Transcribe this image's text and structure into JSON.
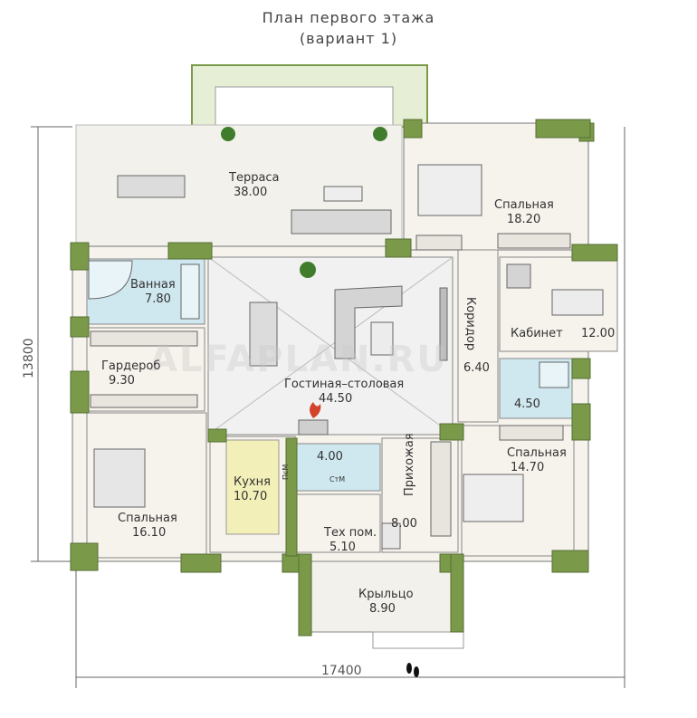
{
  "title": {
    "line1": "План первого этажа",
    "line2": "(вариант 1)"
  },
  "watermark": "ALFAPLAN.RU",
  "dimensions": {
    "width": "17400",
    "height": "13800"
  },
  "rooms": {
    "terrace": {
      "name": "Терраса",
      "area": "38.00"
    },
    "bath": {
      "name": "Ванная",
      "area": "7.80"
    },
    "wardrobe": {
      "name": "Гардероб",
      "area": "9.30"
    },
    "bedroom_left": {
      "name": "Спальная",
      "area": "16.10"
    },
    "living": {
      "name": "Гостиная–столовая",
      "area": "44.50"
    },
    "kitchen": {
      "name": "Кухня",
      "area": "10.70"
    },
    "small_room": {
      "area": "4.00"
    },
    "tech": {
      "name": "Тех пом.",
      "area": "5.10"
    },
    "hall": {
      "name": "Прихожая",
      "area": "8.00"
    },
    "bedroom_tr": {
      "name": "Спальная",
      "area": "18.20"
    },
    "corridor": {
      "name": "Коридор",
      "area": "6.40"
    },
    "cabinet": {
      "name": "Кабинет",
      "area": "12.00"
    },
    "wc": {
      "area": "4.50"
    },
    "bedroom_br": {
      "name": "Спальная",
      "area": "14.70"
    },
    "porch": {
      "name": "Крыльцо",
      "area": "8.90"
    }
  },
  "appliances": {
    "washer": "СтМ",
    "dishwasher": "ПсМ"
  },
  "colors": {
    "wall": "#7a9a4a",
    "floor": "#f6f2ec",
    "tile": "#cfe7ef",
    "kitchen": "#f2f0b8",
    "terrace": "#f3f1ec",
    "furniture": "#8c8f8c"
  }
}
